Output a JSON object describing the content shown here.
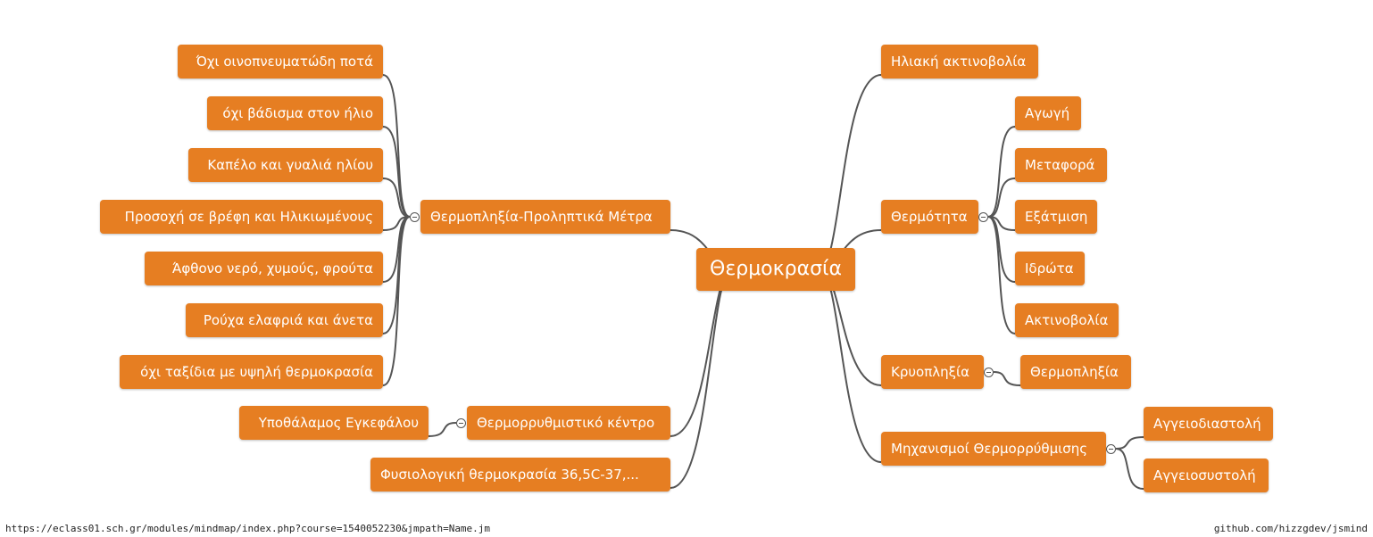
{
  "root": "Θερμοκρασία",
  "left": {
    "preventive": {
      "label": "Θερμοπληξία-Προληπτικά Μέτρα",
      "children": [
        "Όχι οινοπνευματώδη ποτά",
        "όχι βάδισμα στον ήλιο",
        "Καπέλο και γυαλιά ηλίου",
        "Προσοχή σε βρέφη και Ηλικιωμένους",
        "Άφθονο νερό, χυμούς, φρούτα",
        "Ρούχα ελαφριά και άνετα",
        "όχι ταξίδια με υψηλή θερμοκρασία"
      ]
    },
    "thermoregulatory_center": {
      "label": "Θερμορρυθμιστικό κέντρο",
      "children": [
        "Υποθάλαμος Εγκεφάλου"
      ]
    },
    "physiological_temp": {
      "label": "Φυσιολογική θερμοκρασία  36,5C-37,..."
    }
  },
  "right": {
    "solar": {
      "label": "Ηλιακή ακτινοβολία"
    },
    "heat": {
      "label": "Θερμότητα",
      "children": [
        "Αγωγή",
        "Μεταφορά",
        "Εξάτμιση",
        "Ιδρώτα",
        "Ακτινοβολία"
      ]
    },
    "hypothermia": {
      "label": "Κρυοπληξία",
      "children": [
        "Θερμοπληξία"
      ]
    },
    "mechanisms": {
      "label": "Μηχανισμοί Θερμορρύθμισης",
      "children": [
        "Αγγειοδιαστολή",
        "Αγγειοσυστολή"
      ]
    }
  },
  "footer": {
    "url": "https://eclass01.sch.gr/modules/mindmap/index.php?course=1540052230&jmpath=Name.jm",
    "credit": "github.com/hizzgdev/jsmind"
  },
  "colors": {
    "node": "#e67e22",
    "text": "#ffffff",
    "line": "#555555"
  }
}
